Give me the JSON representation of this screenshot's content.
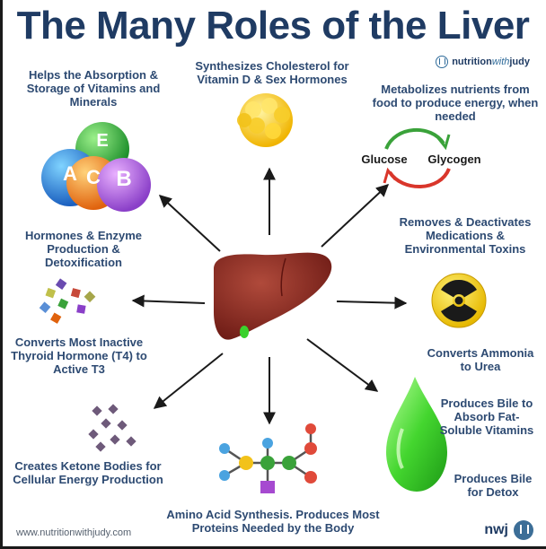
{
  "title": "The Many Roles of the Liver",
  "brand": {
    "name_part1": "nutrition",
    "name_part2": "with",
    "name_part3": "judy"
  },
  "roles": {
    "absorption": "Helps the Absorption & Storage of Vitamins and Minerals",
    "cholesterol": "Synthesizes Cholesterol for Vitamin D & Sex Hormones",
    "metabolize": "Metabolizes nutrients from food to produce energy, when needed",
    "hormones": "Hormones & Enzyme Production & Detoxification",
    "removes": "Removes & Deactivates Medications & Environmental Toxins",
    "thyroid": "Converts Most Inactive Thyroid Hormone (T4) to Active T3",
    "ammonia": "Converts Ammonia to Urea",
    "bile_absorb": "Produces Bile to Absorb Fat-Soluble Vitamins",
    "bile_detox": "Produces Bile for Detox",
    "ketone": "Creates Ketone Bodies for Cellular Energy Production",
    "amino": "Amino Acid Synthesis. Produces Most Proteins Needed by the Body"
  },
  "cycle": {
    "left": "Glucose",
    "right": "Glycogen"
  },
  "vitamins": [
    "A",
    "C",
    "E",
    "B"
  ],
  "footer": {
    "url": "www.nutritionwithjudy.com",
    "logo_text": "nwj"
  },
  "colors": {
    "title": "#1f3b63",
    "label": "#2d4a72",
    "liver": "#8b2a22",
    "bile": "#3ad12c",
    "arrow": "#1a1a1a"
  }
}
